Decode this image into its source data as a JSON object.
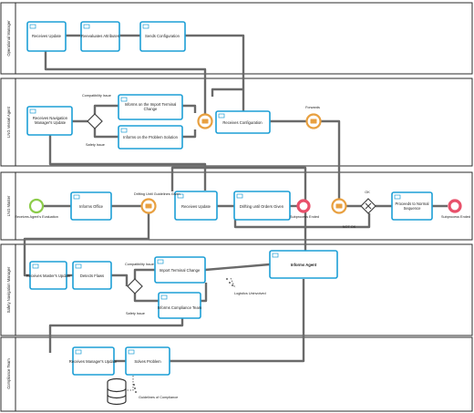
{
  "lanes": [
    {
      "label": "Operational Manager"
    },
    {
      "label": "LNG Vessel Agent"
    },
    {
      "label": "LNG Master"
    },
    {
      "label": "Safety Navigation Manager"
    },
    {
      "label": "Compliance Team"
    }
  ],
  "tasks": {
    "om_receives_update": "Receives Update",
    "om_reevaluates": "Reevaluates Attributes",
    "om_sends_config": "Sends Configuration",
    "va_receives_nav": [
      "Receives Navigation",
      "Manager's Update"
    ],
    "va_informs_import": [
      "Informs on the Import Terminal",
      "Change"
    ],
    "va_informs_problem": "Informs on the Problem Solution",
    "va_receives_config": "Receives Configuration",
    "m_informs_office": "Informs Office",
    "m_receives_update": "Receives Update",
    "m_drifting": "Drifting until Orders Given",
    "m_proceeds": [
      "Proceeds to Normal",
      "Sequence"
    ],
    "s_receives_master": "Receives Master's Update",
    "s_detects_flaws": "Detects Flaws",
    "s_import_change": "Import Terminal Change",
    "s_informs_compliance": "Informs Compliance Team",
    "s_informs_agent": "Informs Agent",
    "c_receives_manager": "Receives Manager's Update",
    "c_solves_problem": "Solves Problem"
  },
  "labels": {
    "compat_issue_1": "Compatibility Issue",
    "safety_issue_1": "Safety Issue",
    "forwards": "Forwards",
    "drifting_given": "Drifting Until Guidelines Given",
    "ok": "OK",
    "not_ok": "NOT OK",
    "subprocess_ended_1": "Subprocess Ended",
    "subprocess_ended_2": "Subprocess Ended",
    "receives_agents_eval": "Receives Agent's Evaluation",
    "compat_issue_2": "Compatibility Issue",
    "safety_issue_2": "Safety Issue",
    "logistics_uninvolved": "Logistics Uninvolved",
    "guidelines_compliance": "Guidelines of Compliance"
  },
  "colors": {
    "task_border": "#1d9fd6",
    "flow": "#6a6a6a",
    "message_event": "#e8a040",
    "end_event": "#e8506a",
    "start_event": "#8ccc4a"
  }
}
